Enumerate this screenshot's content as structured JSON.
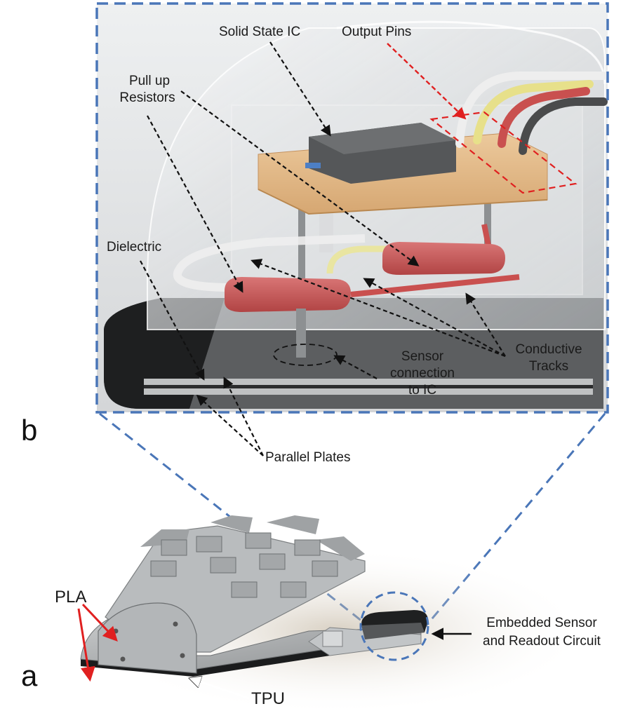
{
  "panels": {
    "b": "b",
    "a": "a"
  },
  "labels": {
    "solid_state_ic": "Solid State IC",
    "output_pins": "Output Pins",
    "pull_up_resistors_1": "Pull up",
    "pull_up_resistors_2": "Resistors",
    "dielectric": "Dielectric",
    "sensor_connection_1": "Sensor",
    "sensor_connection_2": "connection",
    "sensor_connection_3": "to IC",
    "conductive_tracks_1": "Conductive",
    "conductive_tracks_2": "Tracks",
    "parallel_plates": "Parallel Plates",
    "pla": "PLA",
    "tpu": "TPU",
    "embedded_sensor_1": "Embedded Sensor",
    "embedded_sensor_2": "and Readout Circuit"
  },
  "colors": {
    "dash_blue": "#4a76b8",
    "arrow_red": "#e02020",
    "resistor_red": "#c8504f",
    "board_tan": "#e2b98a",
    "chip_gray": "#5a5a5a",
    "housing_gray": "#c9cbcc"
  }
}
